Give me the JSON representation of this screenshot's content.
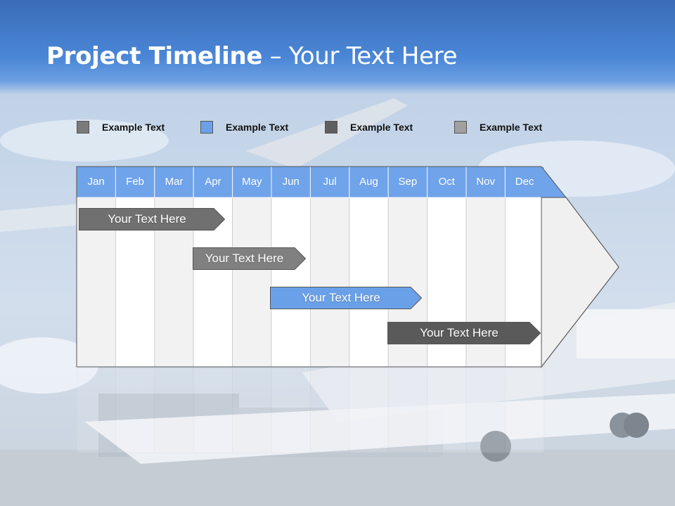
{
  "title": {
    "bold": "Project Timeline",
    "rest": " – Your Text Here"
  },
  "legend": [
    {
      "label": "Example Text",
      "color": "#7a7a7a"
    },
    {
      "label": "Example Text",
      "color": "#6da0e8"
    },
    {
      "label": "Example Text",
      "color": "#5f5f5f"
    },
    {
      "label": "Example Text",
      "color": "#a0a0a0"
    }
  ],
  "months": [
    "Jan",
    "Feb",
    "Mar",
    "Apr",
    "May",
    "Jun",
    "Jul",
    "Aug",
    "Sep",
    "Oct",
    "Nov",
    "Dec"
  ],
  "tasks": [
    {
      "label": "Your  Text Here",
      "color": "#707070"
    },
    {
      "label": "Your  Text Here",
      "color": "#808080"
    },
    {
      "label": "Your  Text Here",
      "color": "#6aa0e8"
    },
    {
      "label": "Your  Text Here",
      "color": "#5a5a5a"
    }
  ],
  "colors": {
    "header": "#6fa3ea",
    "column_light": "#f2f2f2",
    "column_white": "#ffffff"
  }
}
